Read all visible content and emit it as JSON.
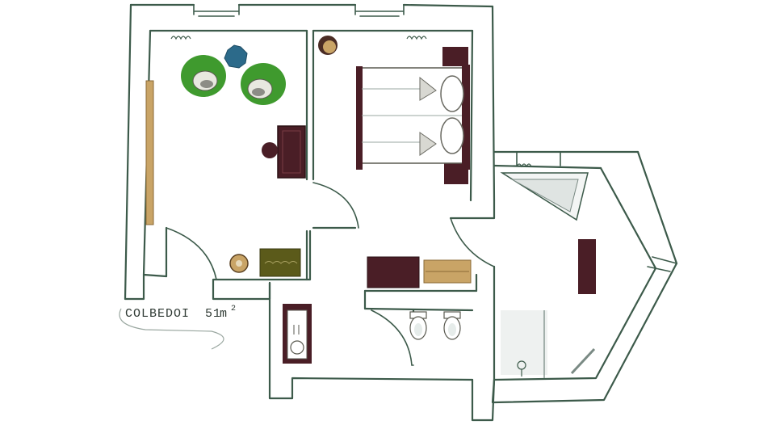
{
  "plan": {
    "name": "COLBEDOI",
    "area_value": "51",
    "area_unit": "m",
    "area_exponent": "2"
  },
  "colors": {
    "wall": "#3c5a4a",
    "wood": "#c9a466",
    "dark_furniture": "#4a1e26",
    "armchair": "#3f9a2e",
    "olive_chest": "#5b5a1a",
    "plant": "#2c6a8a"
  },
  "icons": [
    "armchair-icon",
    "plant-icon",
    "bed-icon",
    "pillow-icon",
    "desk-icon",
    "chair-icon",
    "nightstand-icon",
    "bathtub-icon",
    "toilet-icon",
    "bidet-icon",
    "sink-icon",
    "shower-icon",
    "radiator-icon",
    "lamp-icon",
    "door-swing-icon",
    "window-icon"
  ]
}
